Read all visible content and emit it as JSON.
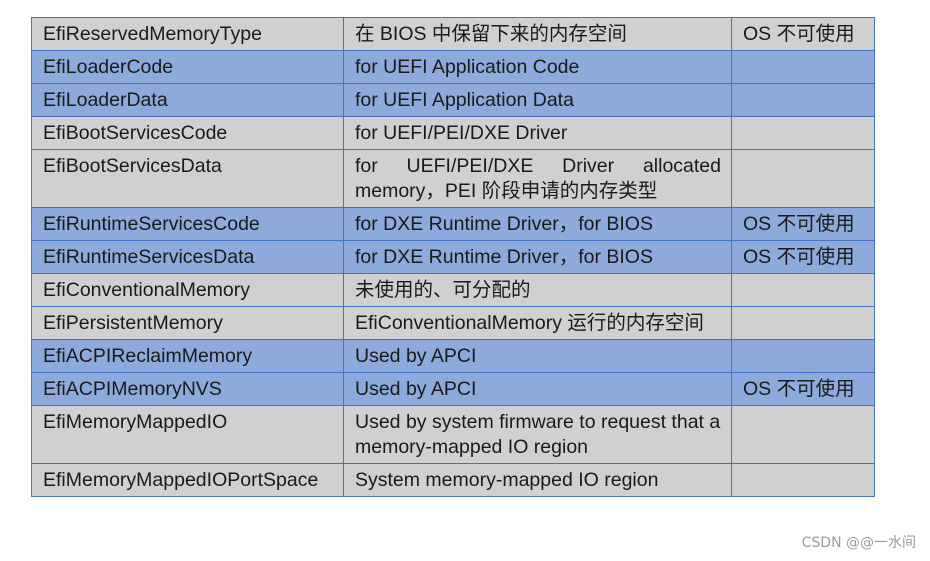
{
  "rows": [
    {
      "style": "gray",
      "type": "EfiReservedMemoryType",
      "desc": "在 BIOS 中保留下来的内存空间",
      "note": "OS 不可使用"
    },
    {
      "style": "blue",
      "type": "EfiLoaderCode",
      "desc": "for UEFI Application Code",
      "note": ""
    },
    {
      "style": "blue",
      "type": "EfiLoaderData",
      "desc": "for UEFI Application Data",
      "note": ""
    },
    {
      "style": "gray",
      "type": "EfiBootServicesCode",
      "desc": "for UEFI/PEI/DXE Driver",
      "note": ""
    },
    {
      "style": "gray",
      "type": "EfiBootServicesData",
      "desc": "for UEFI/PEI/DXE Driver allocated memory，PEI 阶段申请的内存类型",
      "note": ""
    },
    {
      "style": "blue",
      "type": "EfiRuntimeServicesCode",
      "desc": "for DXE Runtime Driver，for BIOS",
      "note": "OS 不可使用"
    },
    {
      "style": "blue",
      "type": "EfiRuntimeServicesData",
      "desc": "for DXE Runtime Driver，for BIOS",
      "note": "OS 不可使用"
    },
    {
      "style": "gray",
      "type": "EfiConventionalMemory",
      "desc": "未使用的、可分配的",
      "note": ""
    },
    {
      "style": "gray",
      "type": "EfiPersistentMemory",
      "desc": "EfiConventionalMemory 运行的内存空间",
      "note": ""
    },
    {
      "style": "blue",
      "type": "EfiACPIReclaimMemory",
      "desc": "Used by APCI",
      "note": ""
    },
    {
      "style": "blue",
      "type": "EfiACPIMemoryNVS",
      "desc": "Used by APCI",
      "note": "OS 不可使用"
    },
    {
      "style": "gray",
      "type": "EfiMemoryMappedIO",
      "desc": "Used by system firmware to request that a memory-mapped IO region",
      "note": ""
    },
    {
      "style": "gray",
      "type": "EfiMemoryMappedIOPortSpace",
      "desc": "System memory-mapped IO region",
      "note": ""
    }
  ],
  "watermark": "CSDN @@一水间",
  "colors": {
    "gray_row": "#d0d0d0",
    "blue_row": "#8ea9db",
    "border": "#4472c4"
  }
}
